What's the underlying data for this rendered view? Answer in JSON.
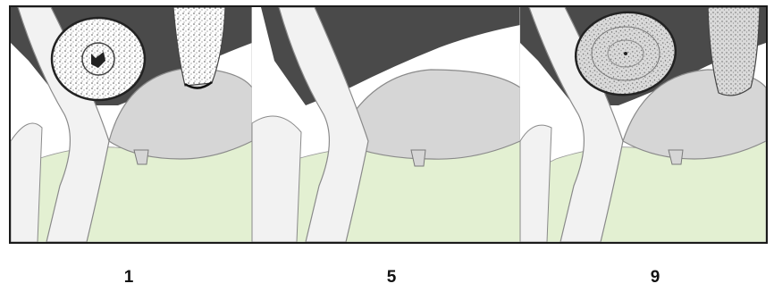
{
  "panels": [
    {
      "label": "1"
    },
    {
      "label": "5"
    },
    {
      "label": "9"
    }
  ],
  "colors": {
    "background": "#ffffff",
    "border": "#1a1a1a",
    "dark_area": "#4a4a4a",
    "udder": "#d6d6d6",
    "leg": "#f2f2f2",
    "ground": "#e3f0d2"
  }
}
